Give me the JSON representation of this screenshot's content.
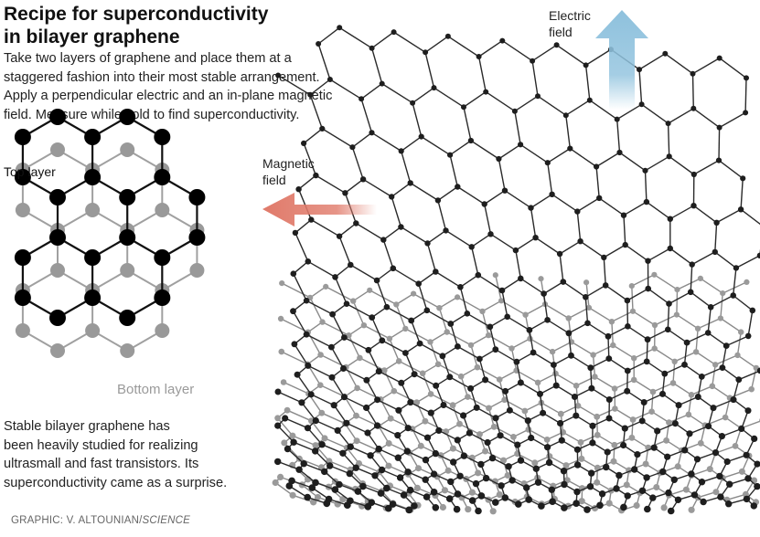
{
  "title_lines": [
    "Recipe for superconductivity",
    "in bilayer graphene"
  ],
  "intro_lines": [
    "Take two layers of graphene and place them at a",
    "staggered fashion into their most stable arrangement.",
    "Apply a perpendicular electric and an in-plane magnetic",
    "field. Measure while cold to find superconductivity."
  ],
  "labels": {
    "top_layer": "Top layer",
    "bottom_layer": "Bottom layer",
    "electric_field": [
      "Electric",
      "field"
    ],
    "magnetic_field": [
      "Magnetic",
      "field"
    ]
  },
  "outro_lines": [
    "Stable bilayer graphene has",
    "been heavily studied for realizing",
    "ultrasmall and fast transistors. Its",
    "superconductivity came as a surprise."
  ],
  "credit": {
    "prefix": "GRAPHIC: V. ALTOUNIAN/",
    "source": "SCIENCE"
  },
  "colors": {
    "top_atoms": "#000000",
    "bottom_atoms": "#999999",
    "electric_arrow": "#8ec1dd",
    "magnetic_arrow": "#e07a6a"
  }
}
